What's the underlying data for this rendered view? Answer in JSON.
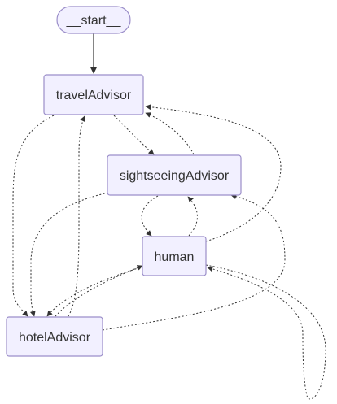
{
  "diagram": {
    "nodes": {
      "start": {
        "label": "__start__"
      },
      "travelAdvisor": {
        "label": "travelAdvisor"
      },
      "sightseeingAdvisor": {
        "label": "sightseeingAdvisor"
      },
      "human": {
        "label": "human"
      },
      "hotelAdvisor": {
        "label": "hotelAdvisor"
      }
    },
    "edges": [
      {
        "from": "start",
        "to": "travelAdvisor",
        "style": "solid"
      },
      {
        "from": "travelAdvisor",
        "to": "sightseeingAdvisor",
        "style": "dotted"
      },
      {
        "from": "travelAdvisor",
        "to": "hotelAdvisor",
        "style": "dotted"
      },
      {
        "from": "sightseeingAdvisor",
        "to": "travelAdvisor",
        "style": "dotted"
      },
      {
        "from": "sightseeingAdvisor",
        "to": "human",
        "style": "dotted"
      },
      {
        "from": "sightseeingAdvisor",
        "to": "hotelAdvisor",
        "style": "dotted"
      },
      {
        "from": "human",
        "to": "travelAdvisor",
        "style": "dotted"
      },
      {
        "from": "human",
        "to": "sightseeingAdvisor",
        "style": "dotted"
      },
      {
        "from": "human",
        "to": "hotelAdvisor",
        "style": "dotted"
      },
      {
        "from": "human",
        "to": "human",
        "style": "dotted"
      },
      {
        "from": "hotelAdvisor",
        "to": "travelAdvisor",
        "style": "dotted"
      },
      {
        "from": "hotelAdvisor",
        "to": "sightseeingAdvisor",
        "style": "dotted"
      },
      {
        "from": "hotelAdvisor",
        "to": "human",
        "style": "dotted"
      }
    ]
  }
}
